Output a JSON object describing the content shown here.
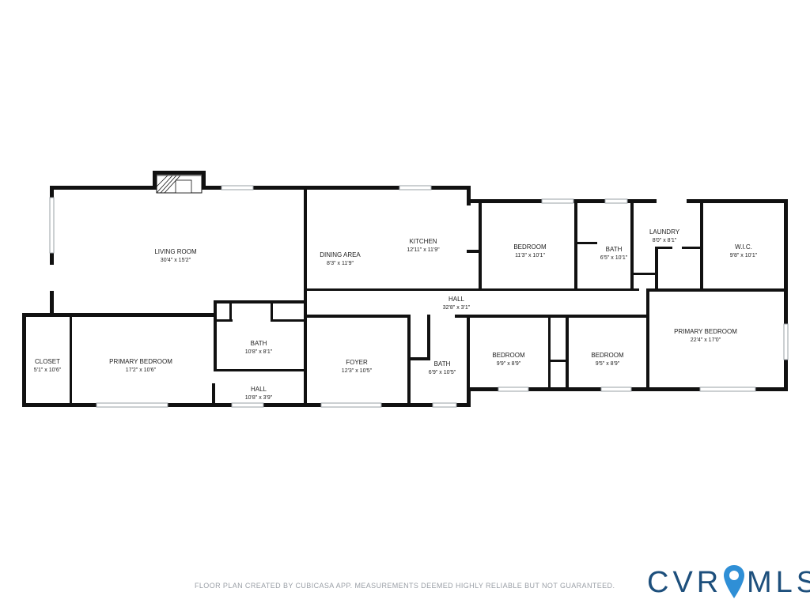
{
  "rooms": [
    {
      "id": "living-room",
      "name": "LIVING ROOM",
      "dims": "30'4\" x 15'2\""
    },
    {
      "id": "dining-area",
      "name": "DINING AREA",
      "dims": "8'3\" x 11'9\""
    },
    {
      "id": "kitchen",
      "name": "KITCHEN",
      "dims": "12'11\" x 11'9\""
    },
    {
      "id": "bedroom-1",
      "name": "BEDROOM",
      "dims": "11'3\" x 10'1\""
    },
    {
      "id": "bath-1",
      "name": "BATH",
      "dims": "6'5\" x 10'1\""
    },
    {
      "id": "laundry",
      "name": "LAUNDRY",
      "dims": "8'0\" x 8'1\""
    },
    {
      "id": "wic",
      "name": "W.I.C.",
      "dims": "9'8\" x 10'1\""
    },
    {
      "id": "hall-main",
      "name": "HALL",
      "dims": "32'8\" x 3'1\""
    },
    {
      "id": "primary-bedroom-right",
      "name": "PRIMARY BEDROOM",
      "dims": "22'4\" x 17'0\""
    },
    {
      "id": "closet",
      "name": "CLOSET",
      "dims": "5'1\" x 10'6\""
    },
    {
      "id": "primary-bedroom-left",
      "name": "PRIMARY BEDROOM",
      "dims": "17'2\" x 10'6\""
    },
    {
      "id": "bath-2",
      "name": "BATH",
      "dims": "10'8\" x 8'1\""
    },
    {
      "id": "hall-small",
      "name": "HALL",
      "dims": "10'8\" x 3'9\""
    },
    {
      "id": "foyer",
      "name": "FOYER",
      "dims": "12'3\" x 10'5\""
    },
    {
      "id": "bath-3",
      "name": "BATH",
      "dims": "6'9\" x 10'5\""
    },
    {
      "id": "bedroom-2",
      "name": "BEDROOM",
      "dims": "9'9\" x 8'9\""
    },
    {
      "id": "bedroom-3",
      "name": "BEDROOM",
      "dims": "9'5\" x 8'9\""
    }
  ],
  "disclaimer": "FLOOR PLAN CREATED BY CUBICASA APP. MEASUREMENTS DEEMED HIGHLY RELIABLE BUT NOT GUARANTEED.",
  "logo": {
    "text_left": "CVR",
    "text_right": "MLS",
    "pin_icon": "map-pin-icon",
    "color": "#1d4f7c",
    "pin_color": "#2f8fd6"
  }
}
